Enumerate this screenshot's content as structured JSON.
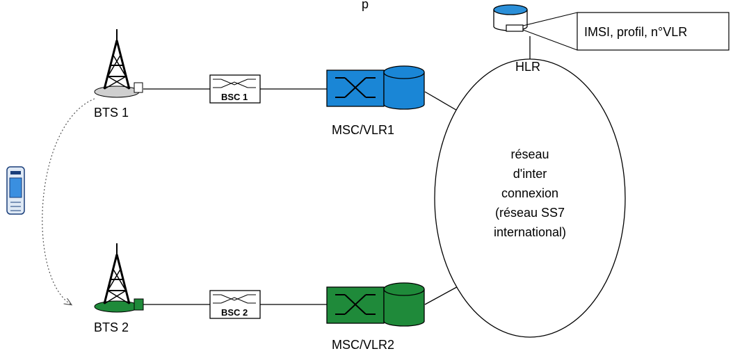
{
  "labels": {
    "top_partial": "p",
    "bts1": "BTS 1",
    "bts2": "BTS 2",
    "bsc1": "BSC 1",
    "bsc2": "BSC 2",
    "msc1": "MSC/VLR1",
    "msc2": "MSC/VLR2",
    "hlr": "HLR",
    "hlr_callout": "IMSI, profil, n°VLR",
    "network_line1": "réseau",
    "network_line2": "d'inter",
    "network_line3": "connexion",
    "network_line4": "(réseau SS7",
    "network_line5": "international)"
  },
  "colors": {
    "msc1": "#1a86d6",
    "msc2": "#1f8a3a",
    "hlr_top": "#2b8fd8",
    "bts1_base": "#cfcfcf",
    "bts2_base": "#1f8a3a",
    "phone": "#3a8fe0"
  }
}
